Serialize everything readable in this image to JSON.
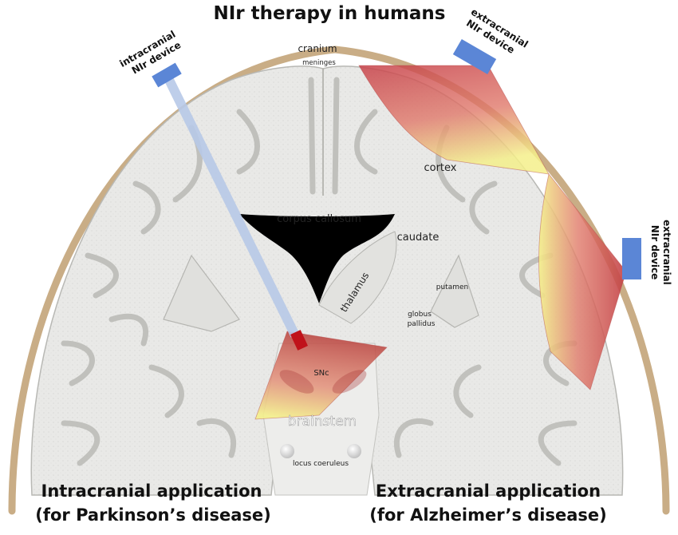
{
  "title": "NIr therapy in humans",
  "labels": {
    "cranium": "cranium",
    "meninges": "meninges",
    "cortex": "cortex",
    "corpus_callosum": "corpus callosum",
    "caudate": "caudate",
    "thalamus": "thalamus",
    "putamen": "putamen",
    "globus": "globus",
    "pallidus": "pallidus",
    "snc": "SNc",
    "brainstem": "brainstem",
    "locus_coeruleus": "locus coeruleus"
  },
  "devices": {
    "intracranial_line1": "intracranial",
    "intracranial_line2": "NIr device",
    "extracranial_top_line1": "extracranial",
    "extracranial_top_line2": "NIr device",
    "extracranial_side_line1": "extracranial",
    "extracranial_side_line2": "NIr device"
  },
  "captions": {
    "left_line1": "Intracranial application",
    "left_line2": "(for Parkinson’s disease)",
    "right_line1": "Extracranial application",
    "right_line2": "(for Alzheimer’s disease)"
  },
  "colors": {
    "skull": "#c9ad86",
    "brain_tissue": "#e8e8e6",
    "corpus_callosum": "#000000",
    "device": "#5b86d6",
    "fibre": "#b8c9e8",
    "implant_tip": "#c0121a",
    "light_red": "#c94a4a",
    "light_yellow": "#f4ef8a"
  }
}
